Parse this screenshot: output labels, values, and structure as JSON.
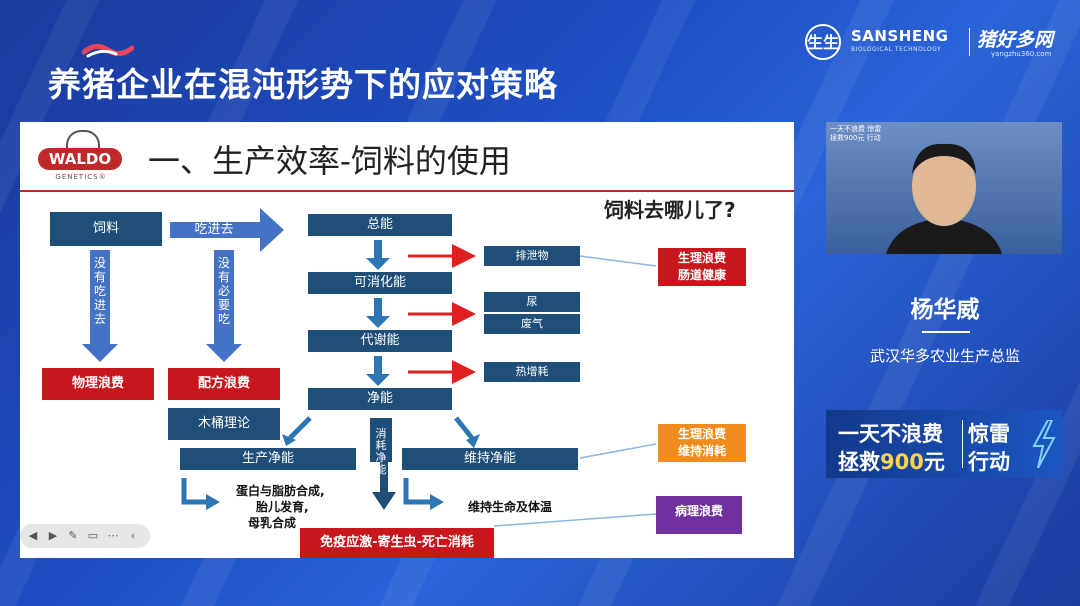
{
  "header": {
    "title": "养猪企业在混沌形势下的应对策略",
    "brand_mark": "生生",
    "brand_name": "SANSHENG",
    "brand_sub": "BIOLOGICAL TECHNOLOGY",
    "brand_cn": "猪好多网",
    "brand_url": "yangzhu360.com"
  },
  "slide": {
    "logo_text": "WALDO",
    "logo_sub": "GENETICS®",
    "title": "一、生产效率-饲料的使用",
    "question": "饲料去哪儿了?",
    "feed": "饲料",
    "eaten": "吃进去",
    "not_eaten": "没有吃进去",
    "not_needed": "没有必要吃",
    "physical_waste": "物理浪费",
    "formula_waste": "配方浪费",
    "barrel_theory": "木桶理论",
    "energy": {
      "gross": "总能",
      "digestible": "可消化能",
      "metabolizable": "代谢能",
      "net": "净能",
      "production": "生产净能",
      "maintenance": "维持净能"
    },
    "losses": {
      "excreta": "排泄物",
      "urine": "尿",
      "gas": "废气",
      "heat": "热增耗"
    },
    "consume_net": "消耗净能",
    "physio_waste_1": "生理浪费",
    "physio_waste_1b": "肠道健康",
    "physio_waste_2": "生理浪费",
    "physio_waste_2b": "维持消耗",
    "pathological_waste": "病理浪费",
    "production_desc_1": "蛋白与脂肪合成,",
    "production_desc_2": "胎儿发育,",
    "production_desc_3": "母乳合成",
    "maintenance_desc": "维持生命及体温",
    "immune": "免疫应激-寄生虫-死亡消耗"
  },
  "presenter": {
    "overlay_1": "一天不浪费 惊雷",
    "overlay_2": "拯救900元 行动",
    "name": "杨华威",
    "role": "武汉华多农业生产总监"
  },
  "campaign": {
    "line1": "一天不浪费",
    "line2_prefix": "拯救",
    "line2_num": "900",
    "line2_suffix": "元",
    "right1": "惊雷",
    "right2": "行动"
  },
  "colors": {
    "navy": "#1f4e79",
    "red": "#c8161d",
    "orange": "#f08c1e",
    "purple": "#7030a0",
    "arrow_blue": "#4472c4",
    "header_line": "#c0282c"
  }
}
